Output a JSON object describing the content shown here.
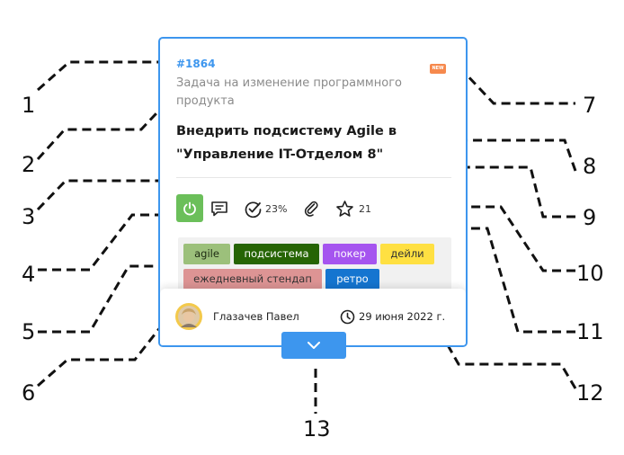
{
  "card": {
    "id": "#1864",
    "new_badge": "NEW",
    "type": "Задача на изменение программного продукта",
    "title": "Внедрить подсистему Agile в \"Управление IT-Отделом 8\"",
    "progress": "23%",
    "stars": "21",
    "tags": [
      {
        "label": "agile",
        "bg": "#9cc07b",
        "color": "#1d2a12"
      },
      {
        "label": "подсистема",
        "bg": "#266404",
        "color": "#ffffff"
      },
      {
        "label": "покер",
        "bg": "#a554ef",
        "color": "#ffffff"
      },
      {
        "label": "дейли",
        "bg": "#ffe042",
        "color": "#333333"
      },
      {
        "label": "ежедневный стендап",
        "bg": "#dd9494",
        "color": "#333333"
      },
      {
        "label": "ретро",
        "bg": "#1575d0",
        "color": "#ffffff"
      }
    ],
    "author": "Глазачев Павел",
    "date": "29 июня 2022 г."
  },
  "callouts": [
    "1",
    "2",
    "3",
    "4",
    "5",
    "6",
    "7",
    "8",
    "9",
    "10",
    "11",
    "12",
    "13"
  ],
  "colors": {
    "accent": "#3d96ee",
    "power": "#6bbf5a",
    "new_badge": "#f6894d"
  }
}
